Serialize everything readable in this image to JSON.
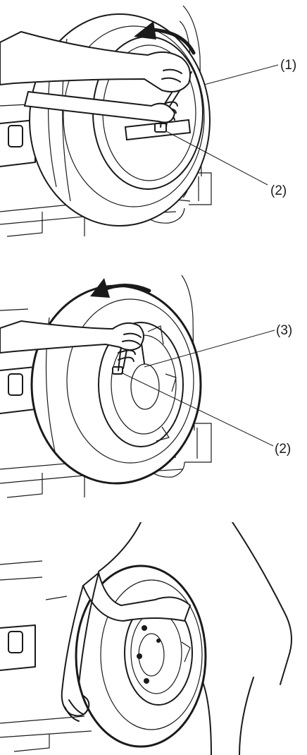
{
  "panels": [
    {
      "id": "step-1",
      "callouts": [
        "(1)",
        "(2)"
      ]
    },
    {
      "id": "step-2",
      "callouts": [
        "(3)",
        "(2)"
      ]
    },
    {
      "id": "step-3",
      "callouts": []
    }
  ],
  "icons": [
    "rotation-arrow-icon",
    "rotation-arrow-icon"
  ],
  "colors": {
    "line": "#1a1a1a",
    "background": "#ffffff"
  }
}
